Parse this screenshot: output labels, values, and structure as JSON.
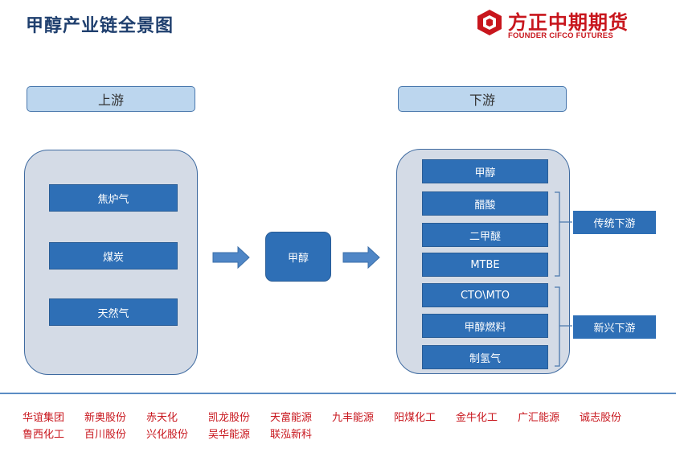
{
  "title": "甲醇产业链全景图",
  "logo": {
    "name_cn": "方正中期期货",
    "name_en": "FOUNDER CIFCO FUTURES",
    "brand_color": "#c8161d"
  },
  "upstream": {
    "header": "上游",
    "items": [
      "焦炉气",
      "煤炭",
      "天然气"
    ]
  },
  "center": {
    "label": "甲醇"
  },
  "downstream": {
    "header": "下游",
    "items": [
      "甲醇",
      "醋酸",
      "二甲醚",
      "MTBE",
      "CTO\\MTO",
      "甲醇燃料",
      "制氢气"
    ],
    "groups": [
      {
        "label": "传统下游"
      },
      {
        "label": "新兴下游"
      }
    ]
  },
  "companies": {
    "row1": [
      "华谊集团",
      "新奥股份",
      "赤天化",
      "凯龙股份",
      "天富能源",
      "九丰能源",
      "阳煤化工",
      "金牛化工",
      "广汇能源",
      "诚志股份"
    ],
    "row2": [
      "鲁西化工",
      "百川股份",
      "兴化股份",
      "吴华能源",
      "联泓新科"
    ]
  },
  "colors": {
    "title": "#1f3f6e",
    "bar_fill": "#2e6fb6",
    "header_fill": "#bcd6ee",
    "panel_fill": "#d4dbe6",
    "company_text": "#c8161d"
  }
}
